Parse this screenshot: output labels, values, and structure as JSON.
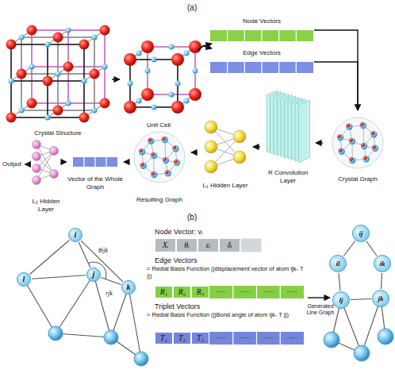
{
  "diagram": {
    "nodes": [
      {
        "text": [
          "Crystal Structure"
        ]
      },
      {
        "text": [
          "Unit Cell"
        ]
      },
      {
        "text": [
          "Node Vectors"
        ]
      },
      {
        "text": [
          "Edge Vectors"
        ]
      },
      {
        "text": [
          "Crystal Graph"
        ]
      },
      {
        "text": [
          "R Convolution Layer"
        ]
      },
      {
        "text": [
          "L₁ Hidden Layer"
        ]
      },
      {
        "text": [
          "Resulting Graph"
        ]
      },
      {
        "text": [
          "Vector of the Whole Graph"
        ]
      },
      {
        "text": [
          "L₂ Hidden Layer"
        ]
      },
      {
        "text": [
          "Output"
        ]
      },
      {
        "text": [
          "i"
        ]
      },
      {
        "text": [
          "l"
        ]
      },
      {
        "text": [
          "j"
        ]
      },
      {
        "text": [
          "k"
        ]
      },
      {
        "text": [
          "Xᵢ"
        ]
      },
      {
        "text": [
          "θᵢ"
        ]
      },
      {
        "text": [
          "εᵢ"
        ]
      },
      {
        "text": [
          "δᵢ"
        ]
      },
      {
        "text": [
          "R₁"
        ]
      },
      {
        "text": [
          "R₂"
        ]
      },
      {
        "text": [
          "R₃"
        ]
      },
      {
        "text": [
          "T₁"
        ]
      },
      {
        "text": [
          "T₂"
        ]
      },
      {
        "text": [
          "T₃"
        ]
      },
      {
        "text": [
          "ij"
        ]
      },
      {
        "text": [
          "il"
        ]
      },
      {
        "text": [
          "ik"
        ]
      },
      {
        "text": [
          "lj"
        ]
      },
      {
        "text": [
          "jk"
        ]
      }
    ],
    "edges": [
      {
        "from": 0,
        "to": 1,
        "arrow": "to"
      },
      {
        "from": 1,
        "to": 2,
        "arrow": "to"
      },
      {
        "from": 1,
        "to": 3,
        "arrow": "to"
      },
      {
        "from": 2,
        "to": 4,
        "arrow": "to"
      },
      {
        "from": 3,
        "to": 4,
        "arrow": "to"
      },
      {
        "from": 4,
        "to": 5,
        "arrow": "to"
      },
      {
        "from": 5,
        "to": 6,
        "arrow": "to"
      },
      {
        "from": 6,
        "to": 7,
        "arrow": "to"
      },
      {
        "from": 7,
        "to": 8,
        "arrow": "to"
      },
      {
        "from": 8,
        "to": 9,
        "arrow": "to"
      },
      {
        "from": 9,
        "to": 10,
        "arrow": "to"
      },
      {
        "from": 11,
        "to": 12,
        "arrow": "none"
      },
      {
        "from": 11,
        "to": 13,
        "arrow": "none"
      },
      {
        "from": 11,
        "to": 14,
        "arrow": "none"
      },
      {
        "from": 12,
        "to": 13,
        "arrow": "none"
      },
      {
        "from": 13,
        "to": 14,
        "arrow": "none"
      },
      {
        "from": 25,
        "to": 26,
        "arrow": "none"
      },
      {
        "from": 25,
        "to": 27,
        "arrow": "none"
      },
      {
        "from": 26,
        "to": 28,
        "arrow": "none"
      },
      {
        "from": 27,
        "to": 29,
        "arrow": "none"
      },
      {
        "from": 28,
        "to": 29,
        "arrow": "none"
      }
    ],
    "labels": [
      "(a)",
      "(b)",
      "θijk",
      "rjk",
      "Node Vector: vᵢ",
      "Edge Vectors",
      "= Redial Basis Function  (|displacement vector of atom ijk- T ||)",
      "......",
      "......",
      "......",
      "......",
      "Triplet Vectors",
      "= Redial Basis Function (||Bond angle of atom ijk- T ||)",
      "......",
      "......",
      "......",
      "......",
      "Generated Line Graph"
    ]
  }
}
